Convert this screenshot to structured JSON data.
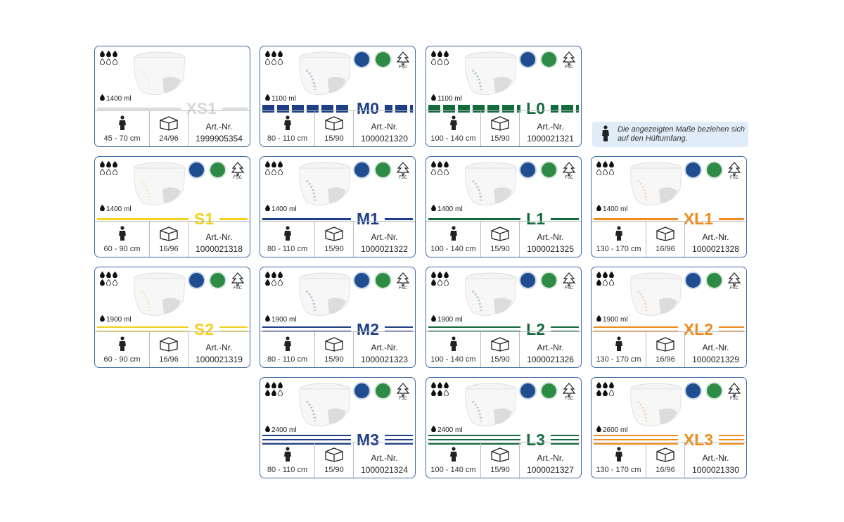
{
  "info": {
    "text": "Die angezeigten Maße beziehen sich auf den Hüftumfang."
  },
  "labels": {
    "art": "Art.-Nr."
  },
  "icons": {
    "drop": "drop-icon",
    "person": "person-icon",
    "box": "box-icon",
    "certs": [
      "certification-seal-icon",
      "nordic-swan-icon",
      "fsc-tree-icon"
    ]
  },
  "cards": [
    {
      "size": "XS1",
      "color": "#d8d8d8",
      "lines": 1,
      "pattern": "solid",
      "drops_filled": 3,
      "capacity": "1400 ml",
      "fit": "45 - 70 cm",
      "pack": "24/96",
      "art": "1999905354",
      "certs": false
    },
    {
      "size": "M0",
      "color": "#1e3f86",
      "lines": 1,
      "pattern": "dashed",
      "drops_filled": 3,
      "capacity": "1100 ml",
      "fit": "80 - 110 cm",
      "pack": "15/90",
      "art": "1000021320",
      "certs": true
    },
    {
      "size": "L0",
      "color": "#136a3c",
      "lines": 1,
      "pattern": "dashed",
      "drops_filled": 3,
      "capacity": "1100 ml",
      "fit": "100 - 140 cm",
      "pack": "15/90",
      "art": "1000021321",
      "certs": true
    },
    {
      "size": "S1",
      "color": "#f2d21a",
      "lines": 1,
      "pattern": "solid",
      "drops_filled": 3,
      "capacity": "1400 ml",
      "fit": "60 - 90 cm",
      "pack": "16/96",
      "art": "1000021318",
      "certs": true
    },
    {
      "size": "M1",
      "color": "#1e3f86",
      "lines": 1,
      "pattern": "solid",
      "drops_filled": 3,
      "capacity": "1400 ml",
      "fit": "80 - 110 cm",
      "pack": "15/90",
      "art": "1000021322",
      "certs": true
    },
    {
      "size": "L1",
      "color": "#136a3c",
      "lines": 1,
      "pattern": "solid",
      "drops_filled": 3,
      "capacity": "1400 ml",
      "fit": "100 - 140 cm",
      "pack": "15/90",
      "art": "1000021325",
      "certs": true
    },
    {
      "size": "XL1",
      "color": "#f08a1c",
      "lines": 1,
      "pattern": "solid",
      "drops_filled": 3,
      "capacity": "1400 ml",
      "fit": "130 - 170 cm",
      "pack": "16/96",
      "art": "1000021328",
      "certs": true
    },
    {
      "size": "S2",
      "color": "#f2d21a",
      "lines": 2,
      "pattern": "solid",
      "drops_filled": 4,
      "capacity": "1900 ml",
      "fit": "60 - 90 cm",
      "pack": "16/96",
      "art": "1000021319",
      "certs": true
    },
    {
      "size": "M2",
      "color": "#1e3f86",
      "lines": 2,
      "pattern": "solid",
      "drops_filled": 4,
      "capacity": "1900 ml",
      "fit": "80 - 110 cm",
      "pack": "15/90",
      "art": "1000021323",
      "certs": true
    },
    {
      "size": "L2",
      "color": "#136a3c",
      "lines": 2,
      "pattern": "solid",
      "drops_filled": 4,
      "capacity": "1900 ml",
      "fit": "100 - 140 cm",
      "pack": "15/90",
      "art": "1000021326",
      "certs": true
    },
    {
      "size": "XL2",
      "color": "#f08a1c",
      "lines": 2,
      "pattern": "solid",
      "drops_filled": 4,
      "capacity": "1900 ml",
      "fit": "130 - 170 cm",
      "pack": "16/96",
      "art": "1000021329",
      "certs": true
    },
    {
      "size": "M3",
      "color": "#1e3f86",
      "lines": 3,
      "pattern": "solid",
      "drops_filled": 5,
      "capacity": "2400 ml",
      "fit": "80 - 110 cm",
      "pack": "15/90",
      "art": "1000021324",
      "certs": true
    },
    {
      "size": "L3",
      "color": "#136a3c",
      "lines": 3,
      "pattern": "solid",
      "drops_filled": 5,
      "capacity": "2400 ml",
      "fit": "100 - 140 cm",
      "pack": "15/90",
      "art": "1000021327",
      "certs": true
    },
    {
      "size": "XL3",
      "color": "#f08a1c",
      "lines": 3,
      "pattern": "solid",
      "drops_filled": 5,
      "capacity": "2600 ml",
      "fit": "130 - 170 cm",
      "pack": "16/96",
      "art": "1000021330",
      "certs": true
    }
  ]
}
